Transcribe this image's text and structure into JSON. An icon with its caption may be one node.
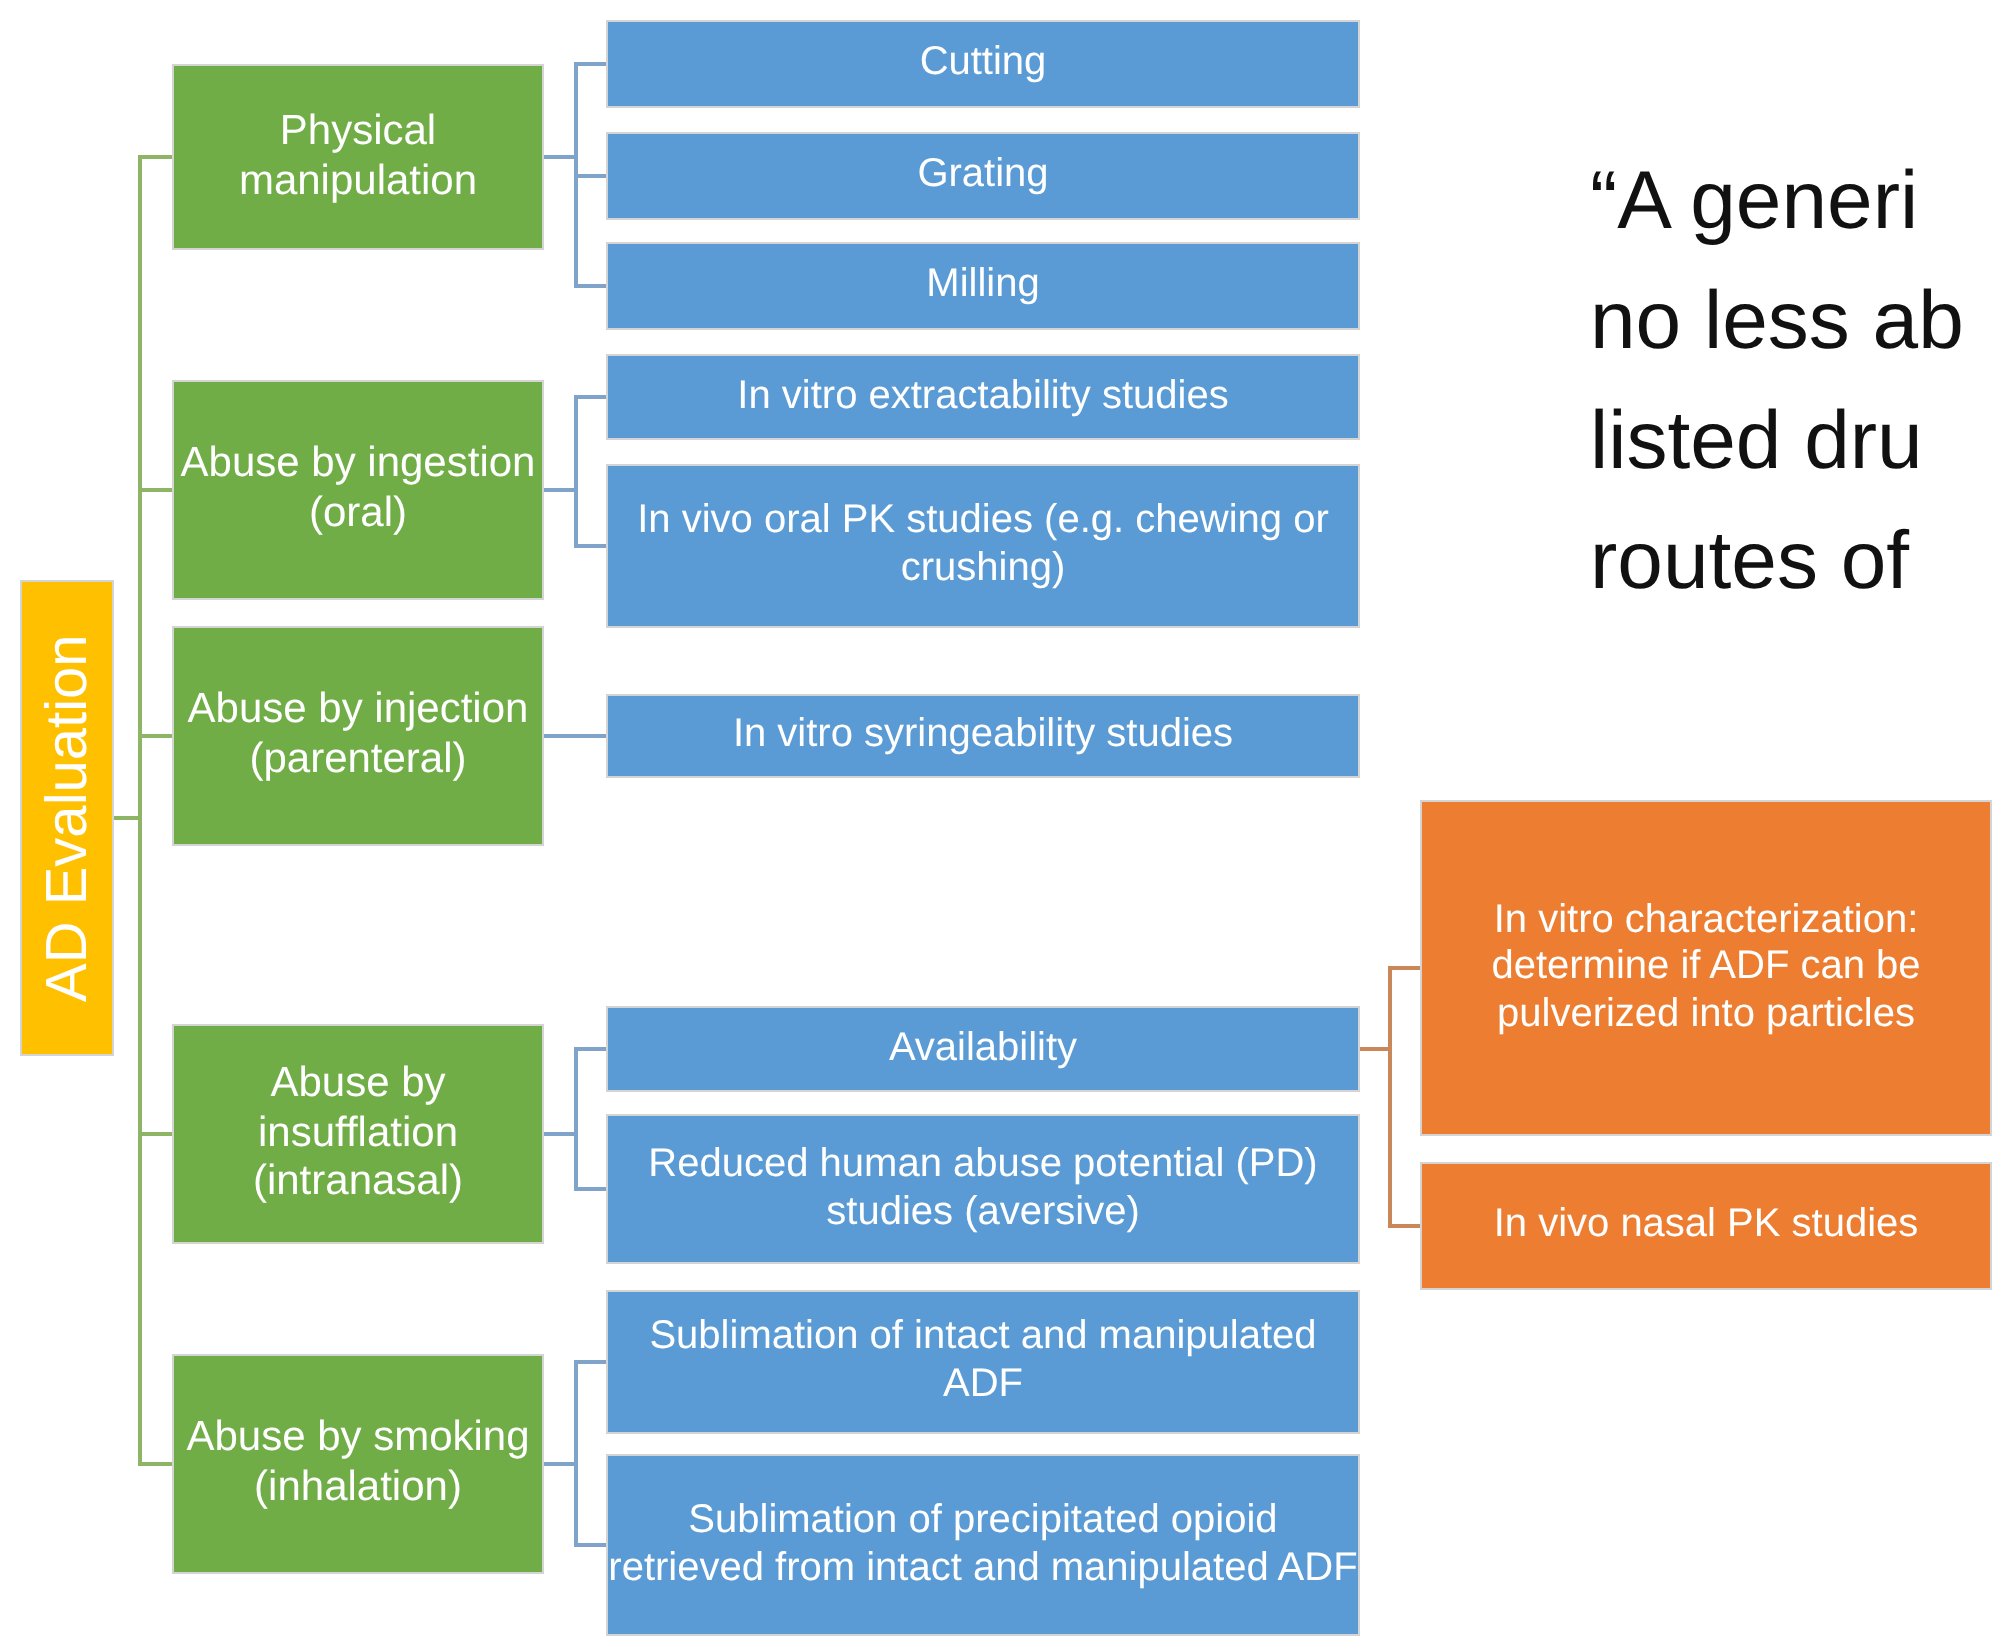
{
  "diagram": {
    "nodes": [
      {
        "text": [
          "AD Evaluation"
        ]
      },
      {
        "text": [
          "Physical manipulation"
        ]
      },
      {
        "text": [
          "Cutting"
        ]
      },
      {
        "text": [
          "Grating"
        ]
      },
      {
        "text": [
          "Milling"
        ]
      },
      {
        "text": [
          "Abuse by ingestion (oral)"
        ]
      },
      {
        "text": [
          "In vitro extractability studies"
        ]
      },
      {
        "text": [
          "In vivo oral PK studies (e.g. chewing or crushing)"
        ]
      },
      {
        "text": [
          "Abuse by injection (parenteral)"
        ]
      },
      {
        "text": [
          "In vitro syringeability studies"
        ]
      },
      {
        "text": [
          "Abuse by insufflation (intranasal)"
        ]
      },
      {
        "text": [
          "Availability"
        ]
      },
      {
        "text": [
          "In vitro characterization: determine if ADF can be pulverized into particles"
        ]
      },
      {
        "text": [
          "In vivo nasal PK studies"
        ]
      },
      {
        "text": [
          "Reduced human abuse potential (PD) studies (aversive)"
        ]
      },
      {
        "text": [
          "Abuse by smoking (inhalation)"
        ]
      },
      {
        "text": [
          "Sublimation of intact and manipulated ADF"
        ]
      },
      {
        "text": [
          "Sublimation of precipitated opioid retrieved from intact and manipulated ADF"
        ]
      }
    ],
    "edges": [
      {
        "from": 0,
        "to": 1,
        "arrow": "none",
        "color": "#8db565"
      },
      {
        "from": 0,
        "to": 5,
        "arrow": "none",
        "color": "#8db565"
      },
      {
        "from": 0,
        "to": 8,
        "arrow": "none",
        "color": "#8db565"
      },
      {
        "from": 0,
        "to": 10,
        "arrow": "none",
        "color": "#8db565"
      },
      {
        "from": 0,
        "to": 15,
        "arrow": "none",
        "color": "#8db565"
      },
      {
        "from": 1,
        "to": 2,
        "arrow": "none"
      },
      {
        "from": 1,
        "to": 3,
        "arrow": "none"
      },
      {
        "from": 1,
        "to": 4,
        "arrow": "none"
      },
      {
        "from": 5,
        "to": 6,
        "arrow": "none"
      },
      {
        "from": 5,
        "to": 7,
        "arrow": "none"
      },
      {
        "from": 8,
        "to": 9,
        "arrow": "none"
      },
      {
        "from": 10,
        "to": 11,
        "arrow": "none"
      },
      {
        "from": 10,
        "to": 14,
        "arrow": "none"
      },
      {
        "from": 11,
        "to": 12,
        "arrow": "none",
        "color": "#c9875a"
      },
      {
        "from": 11,
        "to": 13,
        "arrow": "none",
        "color": "#c9875a"
      },
      {
        "from": 15,
        "to": 16,
        "arrow": "none"
      },
      {
        "from": 15,
        "to": 17,
        "arrow": "none"
      }
    ],
    "labels": [
      "“A generi",
      "no less ab",
      "listed dru",
      "routes of"
    ]
  }
}
